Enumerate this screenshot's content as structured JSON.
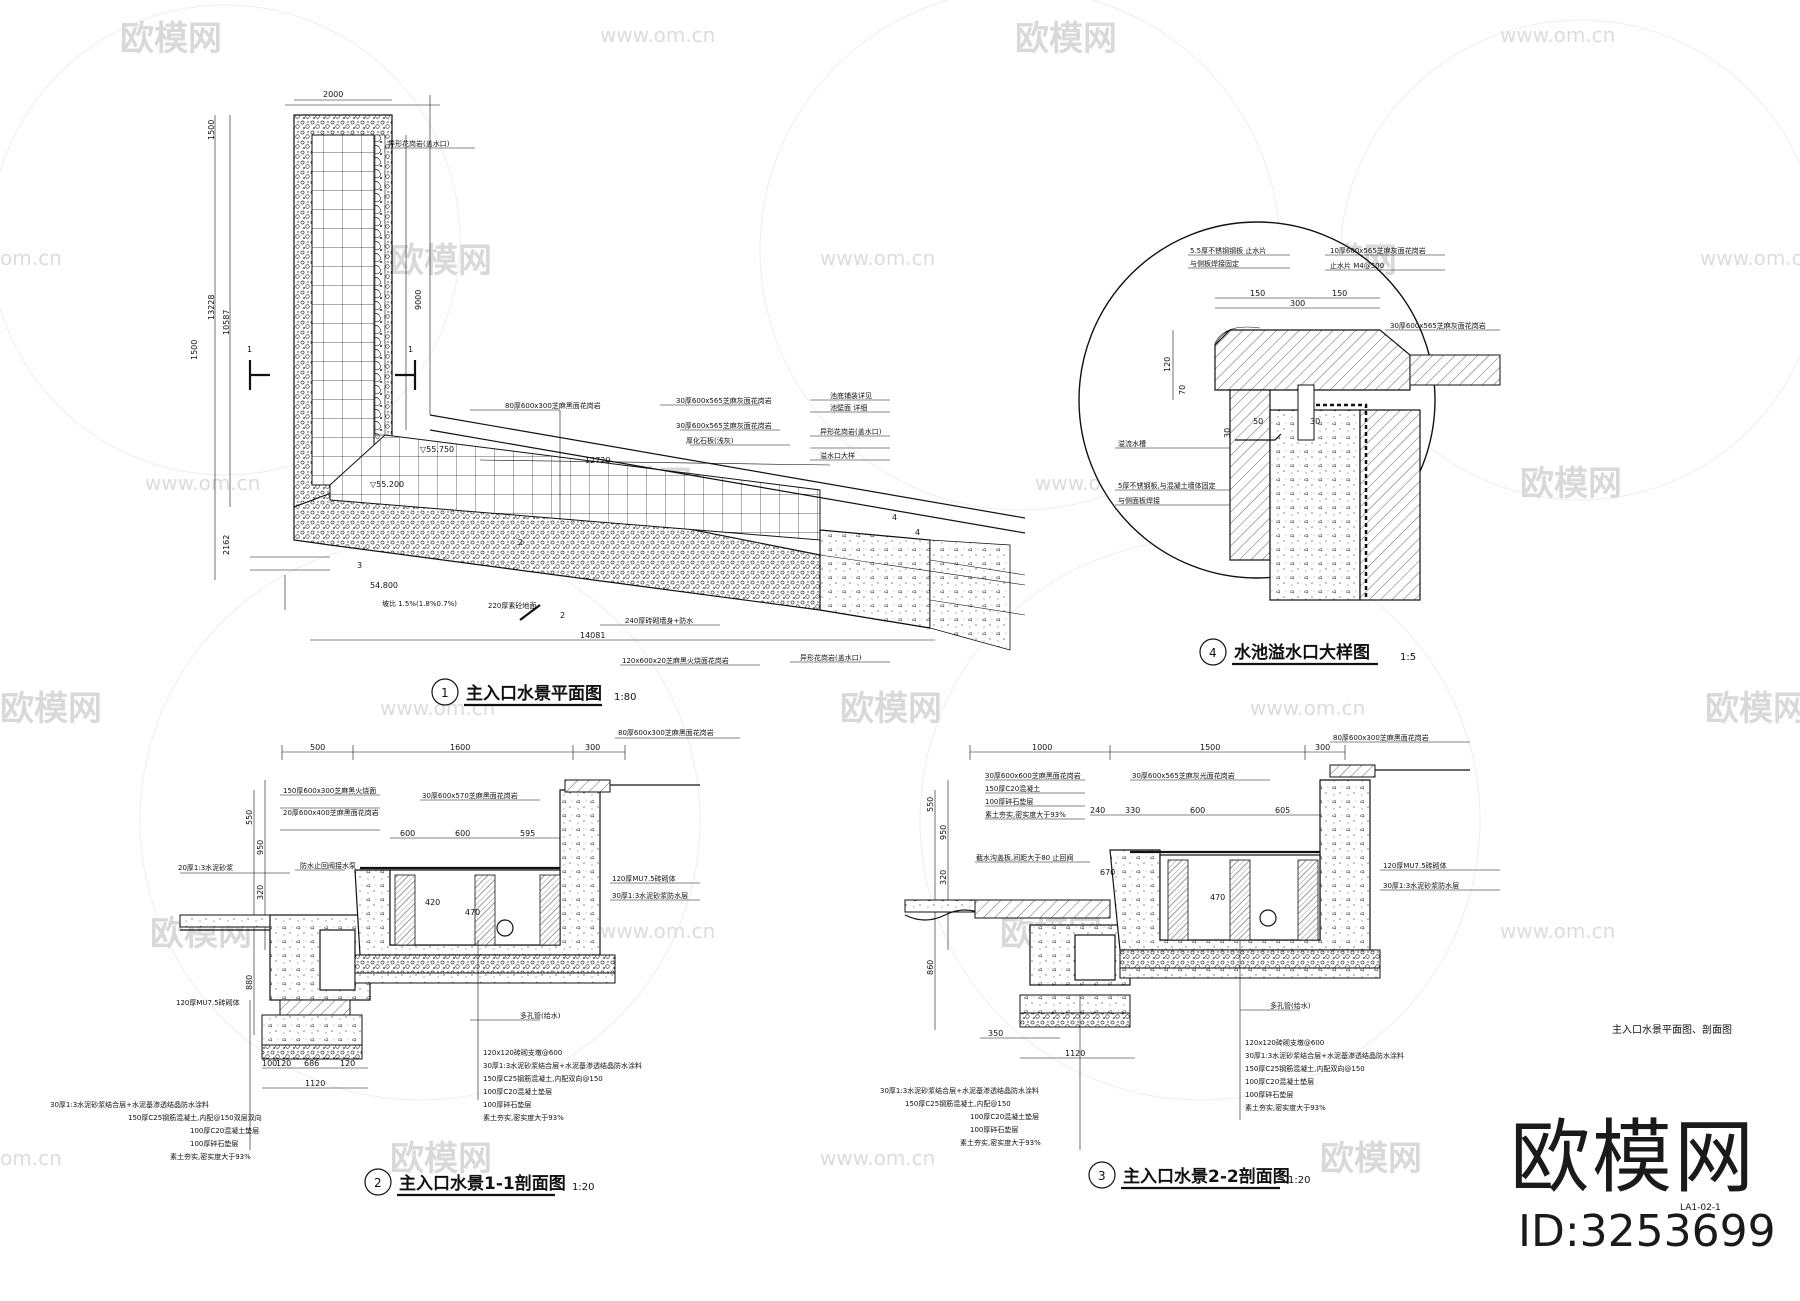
{
  "watermarks": {
    "brand_text": "欧模网",
    "url_text": "www.om.cn",
    "url_short": "om.cn"
  },
  "drawing1": {
    "number": "1",
    "title": "主入口水景平面图",
    "scale": "1:80",
    "dims": [
      "2000",
      "1500",
      "1500",
      "13228",
      "10587",
      "2162",
      "9000",
      "12720",
      "14081",
      "54.800"
    ],
    "elev": [
      "▽55.750",
      "▽55.200"
    ],
    "notes": [
      "异形花岗岩(盖水口)",
      "80厚600x300芝麻黑面花岗岩",
      "30厚600x565芝麻灰面花岗岩",
      "30厚600x565芝麻灰面花岗岩",
      "厚化石板(浅灰)",
      "池底铺装详见",
      "池壁面 详细",
      "异形花岗岩(盖水口)",
      "溢水口大样",
      "坡比 1.5%(1.8%0.7%)",
      "220厚素砼地面",
      "240厚砖砌墙身+防水",
      "120x600x20芝麻黑火烧面花岗岩",
      "异形花岗岩(盖水口)"
    ],
    "marks": [
      "1",
      "1",
      "2",
      "2",
      "3",
      "4",
      "4"
    ]
  },
  "drawing2": {
    "number": "2",
    "title": "主入口水景1-1剖面图",
    "scale": "1:20",
    "dims": [
      "500",
      "1600",
      "300",
      "550",
      "950",
      "320",
      "880",
      "600",
      "600",
      "595",
      "470",
      "420",
      "100",
      "120",
      "686",
      "120",
      "1120"
    ],
    "notes": [
      "80厚600x300芝麻黑面花岗岩",
      "150厚600x300芝麻黑火烧面",
      "20厚600x400芝麻黑面花岗岩",
      "30厚600x570芝麻黑面花岗岩",
      "防水止回阀接水泵",
      "20厚1:3水泥砂浆",
      "120厚MU7.5砖砌体",
      "30厚1:3水泥砂浆防水层",
      "多孔管(给水)",
      "120x120砖砌支墩@600",
      "30厚1:3水泥砂浆结合层+水泥基渗透结晶防水涂料",
      "150厚C25钢筋混凝土,内配双向@150",
      "100厚C20混凝土垫层",
      "100厚碎石垫层",
      "素土夯实,密实度大于93%",
      "30厚1:3水泥砂浆结合层+水泥基渗透结晶防水涂料",
      "150厚C25钢筋混凝土,内配@150双层双向",
      "100厚C20混凝土垫层",
      "100厚碎石垫层",
      "素土夯实,密实度大于93%",
      "120厚MU7.5砖砌体"
    ]
  },
  "drawing3": {
    "number": "3",
    "title": "主入口水景2-2剖面图",
    "scale": "1:20",
    "dims": [
      "1000",
      "1500",
      "300",
      "550",
      "950",
      "320",
      "860",
      "240",
      "330",
      "600",
      "605",
      "670",
      "470",
      "350",
      "1120"
    ],
    "notes": [
      "80厚600x300芝麻黑面花岗岩",
      "30厚600x600芝麻黑面花岗岩",
      "150厚C20混凝土",
      "100厚碎石垫层",
      "素土夯实,密实度大于93%",
      "30厚600x565芝麻灰光面花岗岩",
      "截水沟盖板,间距大于80 止回阀",
      "120厚MU7.5砖砌体",
      "30厚1:3水泥砂浆防水层",
      "多孔管(给水)",
      "120x120砖砌支墩@600",
      "30厚1:3水泥砂浆结合层+水泥基渗透结晶防水涂料",
      "150厚C25钢筋混凝土,内配双向@150",
      "100厚C20混凝土垫层",
      "100厚碎石垫层",
      "素土夯实,密实度大于93%",
      "30厚1:3水泥砂浆结合层+水泥基渗透结晶防水涂料",
      "150厚C25钢筋混凝土,内配@150",
      "100厚C20混凝土垫层",
      "100厚碎石垫层",
      "素土夯实,密实度大于93%"
    ]
  },
  "drawing4": {
    "number": "4",
    "title": "水池溢水口大样图",
    "scale": "1:5",
    "dims": [
      "300",
      "150",
      "150",
      "120",
      "70",
      "30",
      "50",
      "30"
    ],
    "notes": [
      "5.5厚不锈钢钢板 止水片",
      "与侧板焊接固定",
      "10厚600x565芝麻灰面花岗岩",
      "止水片 M4@500",
      "30厚600x565芝麻灰面花岗岩",
      "溢流水槽",
      "5厚不锈钢板,与混凝土墙体固定",
      "与侧面板焊接"
    ]
  },
  "sheet": {
    "caption": "主入口水景平面图、剖面图",
    "sheet_no": "LA1-02-1"
  },
  "brand": {
    "name": "欧模网",
    "id": "ID:3253699"
  }
}
